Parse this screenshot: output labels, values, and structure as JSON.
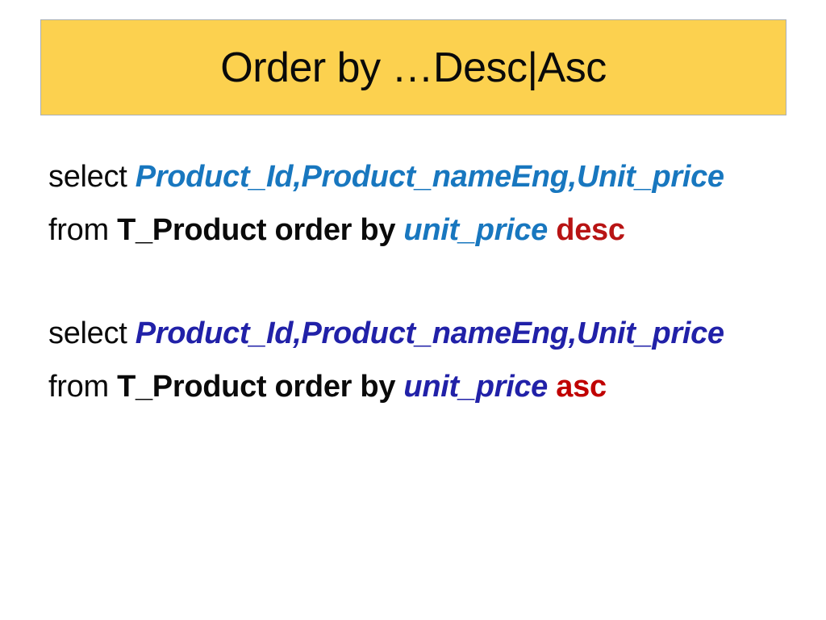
{
  "slide": {
    "background_color": "#ffffff",
    "title_banner": {
      "text": "Order by …Desc|Asc",
      "fill_color": "#FCD14F",
      "border_color": "#A9AFB5",
      "text_color": "#0a0a0a"
    },
    "colors": {
      "blue": "#1877BF",
      "indigo": "#2121A8",
      "red_dark": "#B81414",
      "red": "#C00000",
      "black": "#0a0a0a"
    },
    "statements": [
      {
        "id": "desc-query",
        "lines": [
          {
            "id": "desc-line-1",
            "tokens": [
              {
                "text": "select ",
                "style": "plain"
              },
              {
                "text": "Product_Id,Product_nameEng,Unit_price",
                "style": "blue"
              }
            ]
          },
          {
            "id": "desc-line-2",
            "tokens": [
              {
                "text": "from ",
                "style": "plain"
              },
              {
                "text": "T_Product order by ",
                "style": "bold"
              },
              {
                "text": "unit_price",
                "style": "blue"
              },
              {
                "text": " ",
                "style": "plain"
              },
              {
                "text": "desc",
                "style": "red-dark"
              }
            ]
          }
        ]
      },
      {
        "id": "asc-query",
        "lines": [
          {
            "id": "asc-line-1",
            "tokens": [
              {
                "text": "select ",
                "style": "plain"
              },
              {
                "text": "Product_Id,Product_nameEng,Unit_price",
                "style": "indigo"
              }
            ]
          },
          {
            "id": "asc-line-2",
            "tokens": [
              {
                "text": "from ",
                "style": "plain"
              },
              {
                "text": "T_Product order by ",
                "style": "bold"
              },
              {
                "text": "unit_price",
                "style": "indigo"
              },
              {
                "text": " ",
                "style": "plain"
              },
              {
                "text": "asc",
                "style": "red"
              }
            ]
          }
        ]
      }
    ]
  }
}
